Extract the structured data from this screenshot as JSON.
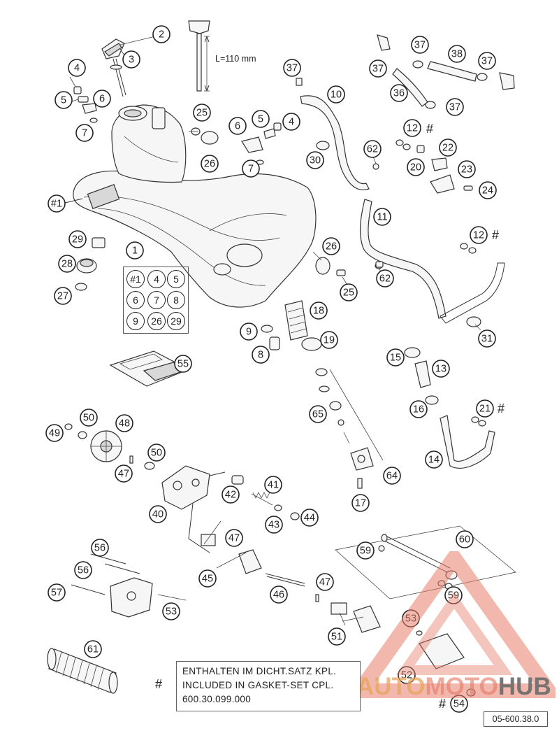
{
  "diagram": {
    "dimension_label": "L=110 mm",
    "callouts": [
      {
        "id": "c1",
        "label": "1"
      },
      {
        "id": "c2",
        "label": "2"
      },
      {
        "id": "c3",
        "label": "3"
      },
      {
        "id": "c4a",
        "label": "4"
      },
      {
        "id": "c4b",
        "label": "4"
      },
      {
        "id": "c5a",
        "label": "5"
      },
      {
        "id": "c5b",
        "label": "5"
      },
      {
        "id": "c6a",
        "label": "6"
      },
      {
        "id": "c6b",
        "label": "6"
      },
      {
        "id": "c7a",
        "label": "7"
      },
      {
        "id": "c7b",
        "label": "7"
      },
      {
        "id": "c8",
        "label": "8"
      },
      {
        "id": "c9",
        "label": "9"
      },
      {
        "id": "c10",
        "label": "10"
      },
      {
        "id": "c11",
        "label": "11"
      },
      {
        "id": "c12a",
        "label": "12"
      },
      {
        "id": "c12b",
        "label": "12"
      },
      {
        "id": "c13",
        "label": "13"
      },
      {
        "id": "c14",
        "label": "14"
      },
      {
        "id": "c15",
        "label": "15"
      },
      {
        "id": "c16",
        "label": "16"
      },
      {
        "id": "c17",
        "label": "17"
      },
      {
        "id": "c18",
        "label": "18"
      },
      {
        "id": "c19",
        "label": "19"
      },
      {
        "id": "c20",
        "label": "20"
      },
      {
        "id": "c21",
        "label": "21"
      },
      {
        "id": "c22",
        "label": "22"
      },
      {
        "id": "c23",
        "label": "23"
      },
      {
        "id": "c24",
        "label": "24"
      },
      {
        "id": "c25a",
        "label": "25"
      },
      {
        "id": "c25b",
        "label": "25"
      },
      {
        "id": "c26a",
        "label": "26"
      },
      {
        "id": "c26b",
        "label": "26"
      },
      {
        "id": "c27",
        "label": "27"
      },
      {
        "id": "c28",
        "label": "28"
      },
      {
        "id": "c29",
        "label": "29"
      },
      {
        "id": "c30",
        "label": "30"
      },
      {
        "id": "c31",
        "label": "31"
      },
      {
        "id": "c36",
        "label": "36"
      },
      {
        "id": "c37a",
        "label": "37"
      },
      {
        "id": "c37b",
        "label": "37"
      },
      {
        "id": "c37c",
        "label": "37"
      },
      {
        "id": "c37d",
        "label": "37"
      },
      {
        "id": "c37e",
        "label": "37"
      },
      {
        "id": "c38",
        "label": "38"
      },
      {
        "id": "c40",
        "label": "40"
      },
      {
        "id": "c41",
        "label": "41"
      },
      {
        "id": "c42",
        "label": "42"
      },
      {
        "id": "c43",
        "label": "43"
      },
      {
        "id": "c44",
        "label": "44"
      },
      {
        "id": "c45",
        "label": "45"
      },
      {
        "id": "c46",
        "label": "46"
      },
      {
        "id": "c47a",
        "label": "47"
      },
      {
        "id": "c47b",
        "label": "47"
      },
      {
        "id": "c47c",
        "label": "47"
      },
      {
        "id": "c48",
        "label": "48"
      },
      {
        "id": "c49",
        "label": "49"
      },
      {
        "id": "c50a",
        "label": "50"
      },
      {
        "id": "c50b",
        "label": "50"
      },
      {
        "id": "c51",
        "label": "51"
      },
      {
        "id": "c52",
        "label": "52"
      },
      {
        "id": "c53a",
        "label": "53"
      },
      {
        "id": "c53b",
        "label": "53"
      },
      {
        "id": "c54",
        "label": "54"
      },
      {
        "id": "c55",
        "label": "55"
      },
      {
        "id": "c56a",
        "label": "56"
      },
      {
        "id": "c56b",
        "label": "56"
      },
      {
        "id": "c57",
        "label": "57"
      },
      {
        "id": "c59a",
        "label": "59"
      },
      {
        "id": "c59b",
        "label": "59"
      },
      {
        "id": "c60",
        "label": "60"
      },
      {
        "id": "c61",
        "label": "61"
      },
      {
        "id": "c62a",
        "label": "62"
      },
      {
        "id": "c62b",
        "label": "62"
      },
      {
        "id": "c64",
        "label": "64"
      },
      {
        "id": "c65",
        "label": "65"
      },
      {
        "id": "c1tank",
        "label": "#1"
      }
    ],
    "kit_box": [
      "#1",
      "4",
      "5",
      "6",
      "7",
      "8",
      "9",
      "26",
      "29"
    ],
    "hash_marks": [
      "#",
      "#",
      "#",
      "#",
      "#"
    ]
  },
  "note": {
    "hash": "#",
    "lines": [
      "ENTHALTEN IM DICHT.SATZ KPL.",
      "INCLUDED IN GASKET-SET CPL.",
      "600.30.099.000"
    ]
  },
  "drawing_number": "05-600.38.0",
  "watermark": {
    "part1": "AUTO",
    "part2": "MOTO",
    "part3": "HUB"
  }
}
